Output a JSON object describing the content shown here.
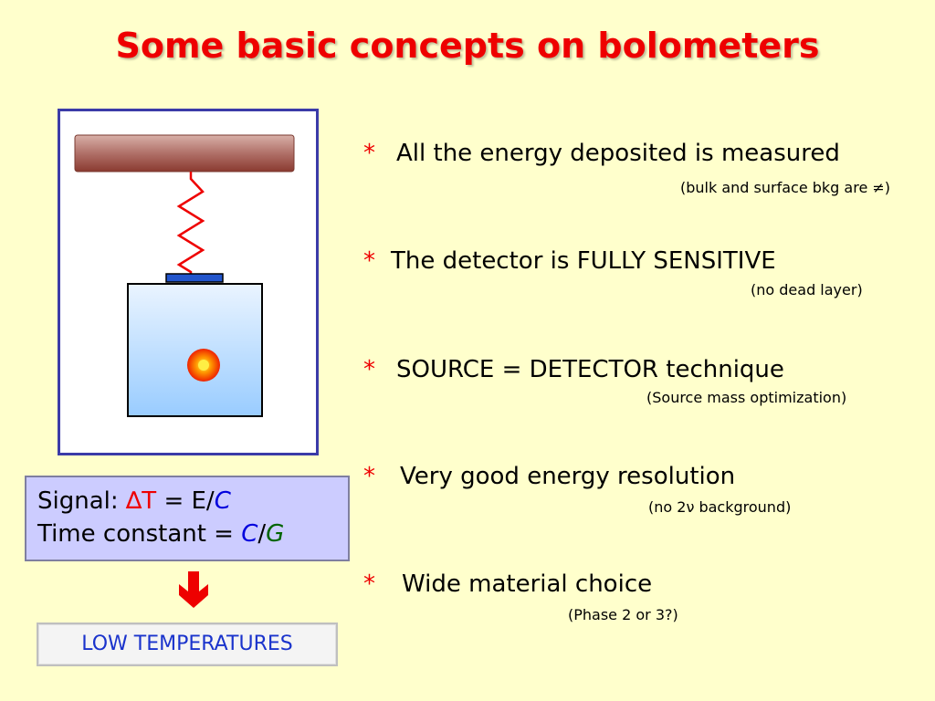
{
  "title": "Some basic concepts on bolometers",
  "colors": {
    "background": "#ffffcc",
    "title": "#ee0000",
    "bullet_star": "#ee0000",
    "frame_border": "#3b3ba8",
    "signal_box_bg": "#ccccff",
    "low_temp_text": "#1a33cc"
  },
  "signal_box": {
    "line1_prefix": "Signal: ",
    "delta_symbol": "∆",
    "line1_T": "T",
    "line1_mid": " = E/",
    "line1_C": "C",
    "line2_prefix": "Time constant  = ",
    "line2_C": "C",
    "line2_slash": "/",
    "line2_G": "G"
  },
  "arrow_icon": "down-arrow-icon",
  "low_temp_label": "LOW TEMPERATURES",
  "bullets": [
    {
      "star": "*",
      "text": "All the energy deposited is measured",
      "note": "(bulk and surface bkg are ≠)"
    },
    {
      "star": "*",
      "text": "The detector is FULLY SENSITIVE",
      "note": "(no dead layer)"
    },
    {
      "star": "*",
      "text": "SOURCE = DETECTOR technique",
      "note": "(Source mass optimization)"
    },
    {
      "star": "*",
      "text": "Very good energy resolution",
      "note": "(no 2ν background)"
    },
    {
      "star": "*",
      "text": "Wide material choice",
      "note": "(Phase 2 or 3?)"
    }
  ]
}
